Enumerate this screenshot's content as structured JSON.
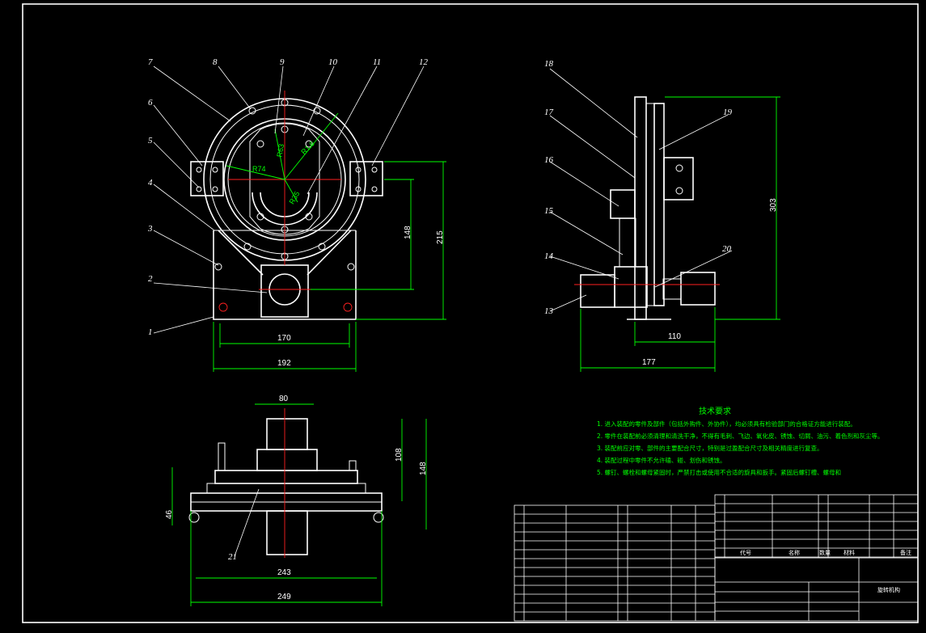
{
  "drawing": {
    "colors": {
      "background": "#000000",
      "outline": "#ffffff",
      "dimension": "#00ff00",
      "centerline": "#ff2020"
    },
    "part_numbers": [
      "1",
      "2",
      "3",
      "4",
      "5",
      "6",
      "7",
      "8",
      "9",
      "10",
      "11",
      "12",
      "13",
      "14",
      "15",
      "16",
      "17",
      "18",
      "19",
      "20",
      "21"
    ],
    "dims": {
      "front_width_170": "170",
      "front_width_192": "192",
      "front_height_148": "148",
      "front_height_215": "215",
      "radius_74": "R74",
      "radius_63": "R63",
      "radius_35": "R35",
      "radius_small": "R1.6",
      "side_height_303": "303",
      "side_width_110": "110",
      "side_width_177": "177",
      "top_width_80": "80",
      "top_height_108": "108",
      "top_height_148": "148",
      "top_height_46": "46",
      "top_width_243": "243",
      "top_width_249": "249"
    },
    "tech_requirements": {
      "title": "技术要求",
      "items": [
        "1. 进入装配的零件及部件（包括外购件、外协件），均必须具有检验部门的合格证方能进行装配。",
        "2. 零件在装配前必须清理和清洗干净，不得有毛刺、飞边、氧化皮、锈蚀、切屑、油污、着色剂和灰尘等。",
        "3. 装配前应对零、部件的主要配合尺寸，特别是过盈配合尺寸及相关精度进行复查。",
        "4. 装配过程中零件不允许磕、碰、划伤和锈蚀。",
        "5. 螺钉、螺栓和螺母紧固时，严禁打击或使用不合适的旋具和扳手。紧固后螺钉槽、螺母和"
      ]
    },
    "title_block": {
      "col_code": "代号",
      "col_name": "名称",
      "col_qty": "数量",
      "col_material": "材料",
      "col_remark": "备注",
      "drawing_name": "旋转机构"
    }
  }
}
